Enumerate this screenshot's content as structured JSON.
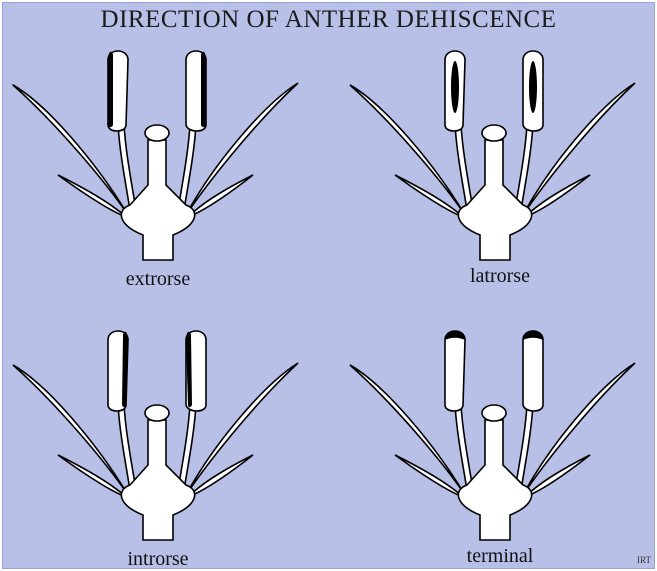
{
  "title": "DIRECTION OF ANTHER DEHISCENCE",
  "panels": [
    {
      "label": "extrorse"
    },
    {
      "label": "latrorse"
    },
    {
      "label": "introrse"
    },
    {
      "label": "terminal"
    }
  ],
  "credit": "IRT",
  "colors": {
    "background": "#b8c0e8",
    "fill": "#ffffff",
    "stroke": "#000000",
    "dehiscence": "#000000"
  }
}
